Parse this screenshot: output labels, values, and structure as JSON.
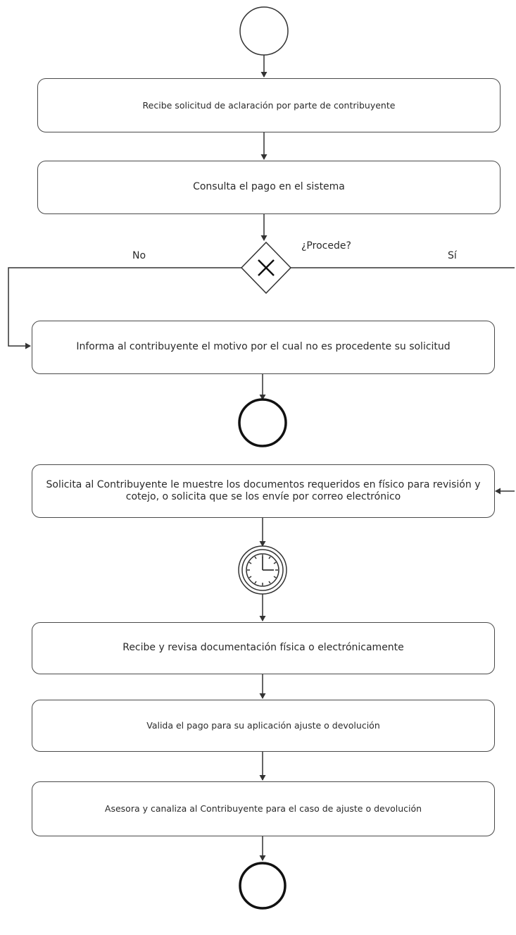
{
  "steps": {
    "receive_request": "Recibe solicitud de aclaración por parte de contribuyente",
    "check_payment": "Consulta el pago en el sistema",
    "inform_reason": "Informa al contribuyente el motivo por el cual no es procedente su solicitud",
    "request_documents": "Solicita al Contribuyente le  muestre los documentos requeridos en físico para revisión y cotejo, o  solicita que  se  los envíe  por correo electrónico",
    "review_documents": "Recibe  y revisa documentación física o electrónicamente",
    "validate_payment": "Valida el pago para su aplicación  ajuste o devolución",
    "advise_taxpayer": "Asesora y canaliza al Contribuyente para el caso de ajuste o devolución"
  },
  "gateway": {
    "question": "¿Procede?",
    "no_label": "No",
    "yes_label": "Sí"
  },
  "icons": {
    "start": "start-event-circle",
    "end": "end-event-circle",
    "gateway": "exclusive-gateway-x",
    "timer": "timer-clock-icon"
  },
  "colors": {
    "line": "#333333",
    "box_border": "#4a4a4a",
    "background": "#ffffff"
  }
}
